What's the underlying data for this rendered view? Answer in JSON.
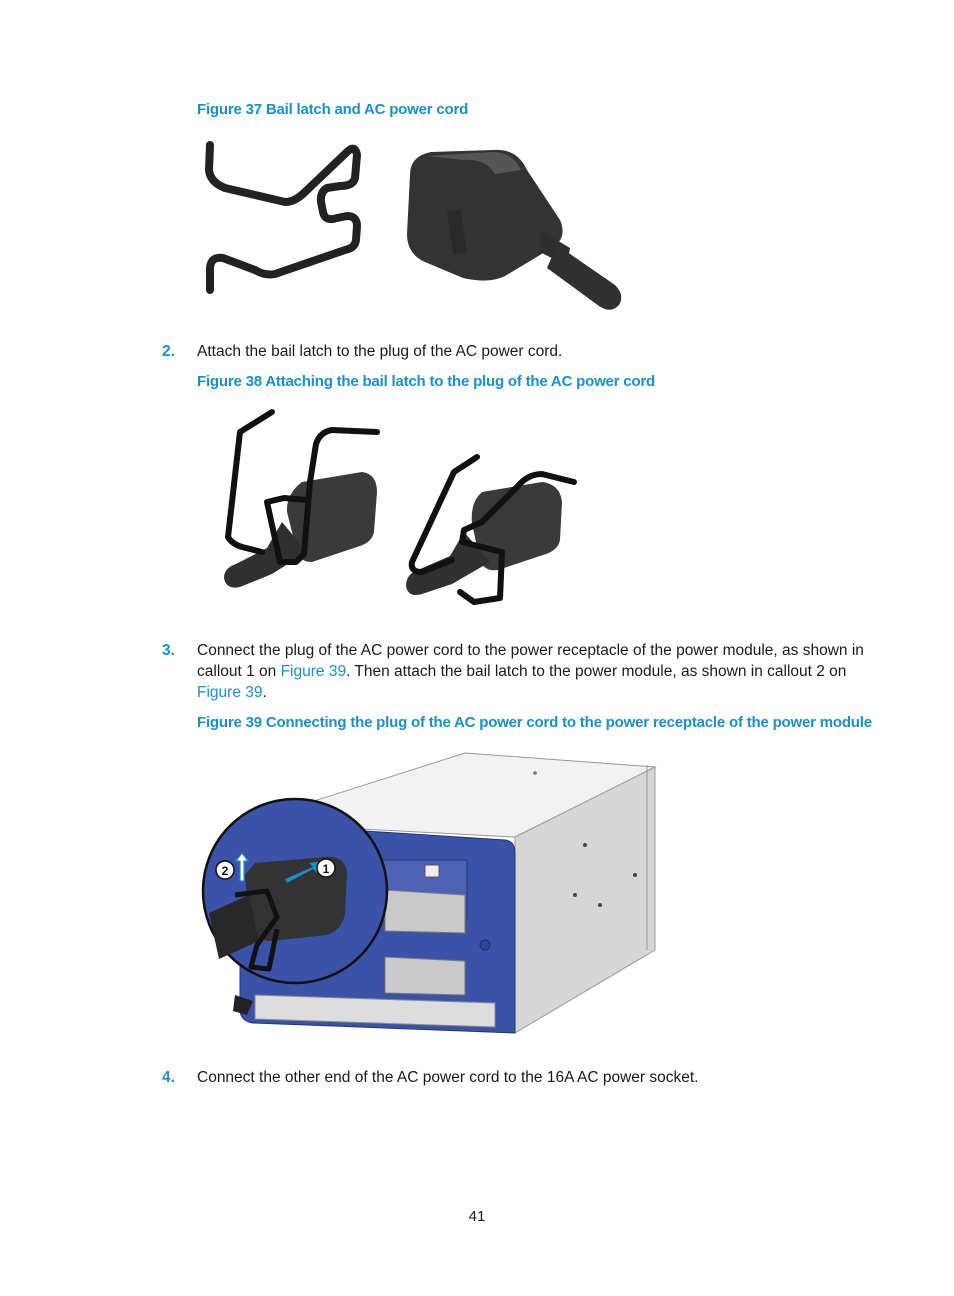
{
  "figures": {
    "fig37": {
      "caption": "Figure 37 Bail latch and AC power cord"
    },
    "fig38": {
      "caption": "Figure 38 Attaching the bail latch to the plug of the AC power cord"
    },
    "fig39": {
      "caption": "Figure 39 Connecting the plug of the AC power cord to the power receptacle of the power module",
      "callout_1": "1",
      "callout_2": "2"
    }
  },
  "steps": [
    {
      "num": "2.",
      "text": "Attach the bail latch to the plug of the AC power cord."
    },
    {
      "num": "3.",
      "text_a": "Connect the plug of the AC power cord to the power receptacle of the power module, as shown in callout 1 on ",
      "link_a": "Figure 39",
      "text_b": ". Then attach the bail latch to the power module, as shown in callout 2 on ",
      "link_b": "Figure 39",
      "text_c": "."
    },
    {
      "num": "4.",
      "text": "Connect the other end of the AC power cord to the 16A AC power socket."
    }
  ],
  "page_number": "41",
  "colors": {
    "accent": "#1a8fc9",
    "module_blue": "#3a52a8",
    "chassis_gray": "#d9d9d9"
  }
}
